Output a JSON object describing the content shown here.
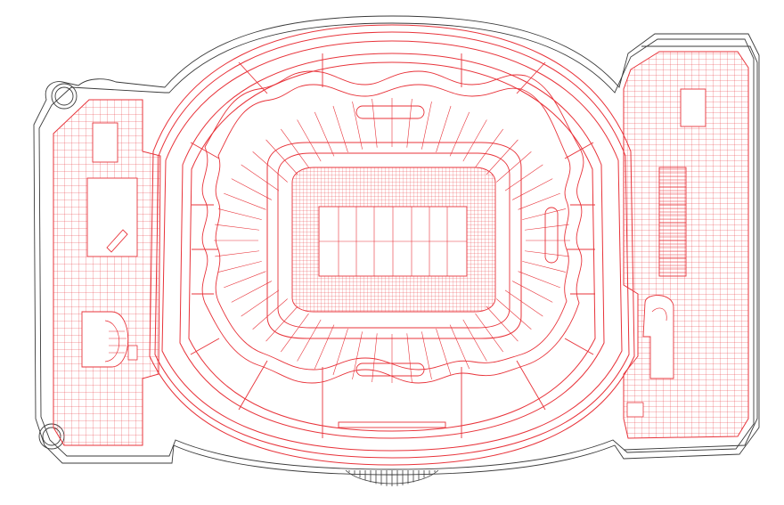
{
  "colors": {
    "background": "#ffffff",
    "plan_line": "#e8333a",
    "outline": "#3a3a3a"
  },
  "drawing": {
    "components": [
      "stadium-outer-boundary",
      "concourse-ring",
      "seating-bowl",
      "playing-field",
      "west-annex",
      "east-annex",
      "south-plaza-steps"
    ]
  }
}
